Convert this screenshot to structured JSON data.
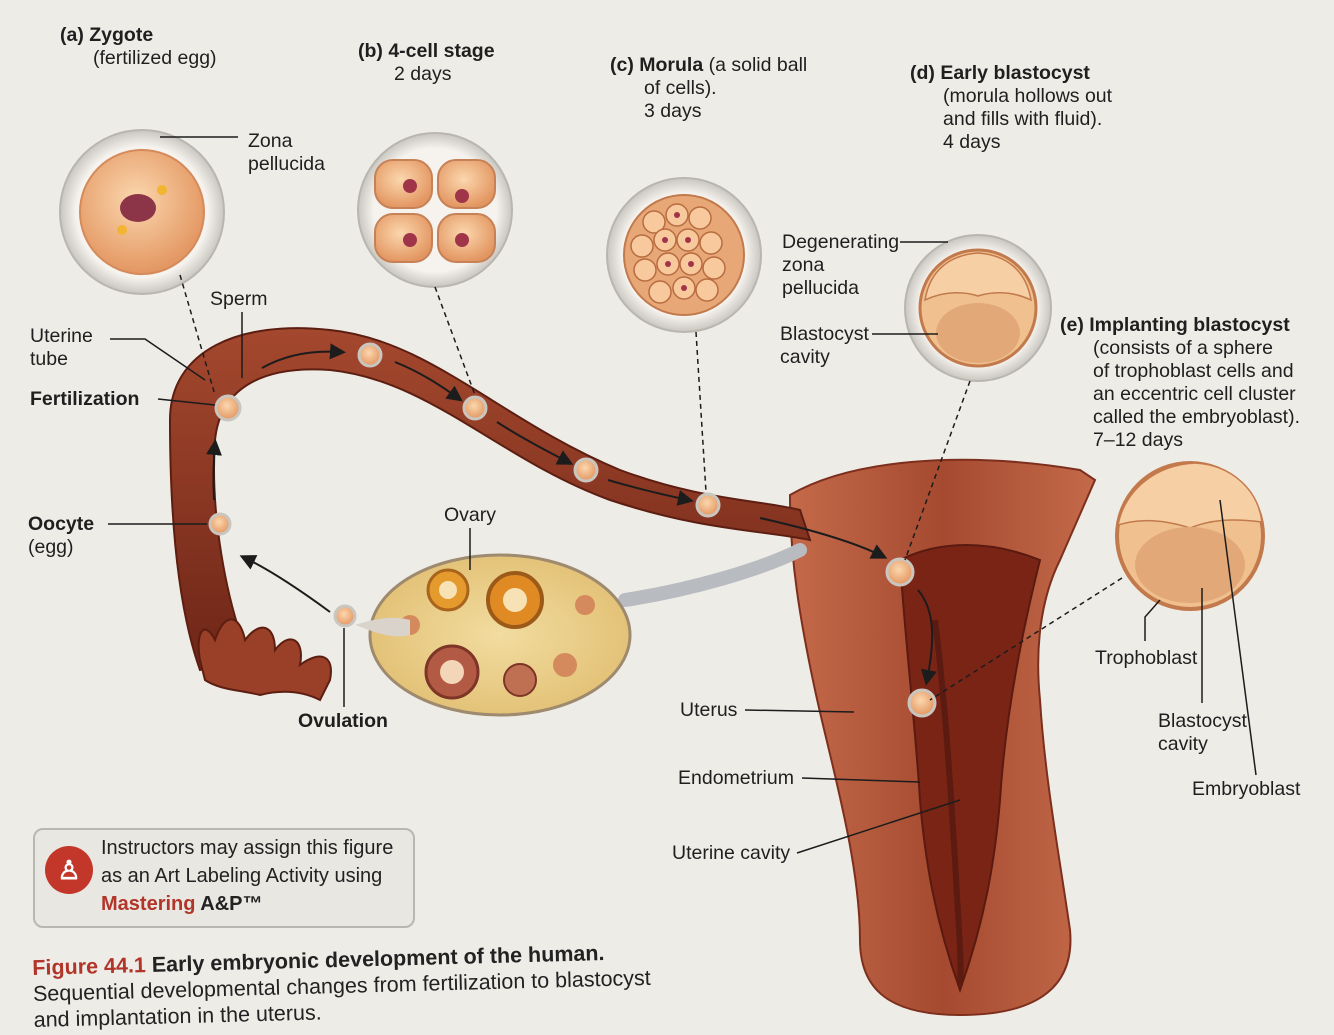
{
  "stages": {
    "a": {
      "letter": "(a)",
      "name": "Zygote",
      "detail": "(fertilized egg)"
    },
    "b": {
      "letter": "(b)",
      "name": "4-cell stage",
      "detail": "2 days"
    },
    "c": {
      "letter": "(c)",
      "name": "Morula",
      "detail1": "(a solid ball",
      "detail2": "of cells).",
      "detail3": "3 days"
    },
    "d": {
      "letter": "(d)",
      "name": "Early blastocyst",
      "detail1": "(morula hollows out",
      "detail2": "and fills with fluid).",
      "detail3": "4 days"
    },
    "e": {
      "letter": "(e)",
      "name": "Implanting blastocyst",
      "detail1": "(consists of a sphere",
      "detail2": "of trophoblast cells and",
      "detail3": "an eccentric cell cluster",
      "detail4": "called the embryoblast).",
      "detail5": "7–12 days"
    }
  },
  "labels": {
    "zona_pellucida_1": "Zona",
    "zona_pellucida_2": "pellucida",
    "sperm": "Sperm",
    "uterine_tube_1": "Uterine",
    "uterine_tube_2": "tube",
    "fertilization": "Fertilization",
    "oocyte_1": "Oocyte",
    "oocyte_2": "(egg)",
    "ovary": "Ovary",
    "ovulation": "Ovulation",
    "degenerating_1": "Degenerating",
    "degenerating_2": "zona",
    "degenerating_3": "pellucida",
    "blastocyst_cavity_1": "Blastocyst",
    "blastocyst_cavity_2": "cavity",
    "trophoblast": "Trophoblast",
    "blastocyst_cavity_e1": "Blastocyst",
    "blastocyst_cavity_e2": "cavity",
    "embryoblast": "Embryoblast",
    "uterus": "Uterus",
    "endometrium": "Endometrium",
    "uterine_cavity": "Uterine cavity"
  },
  "note": {
    "line1": "Instructors may assign this figure",
    "line2": "as an Art Labeling Activity using",
    "brand": "Mastering",
    "product": " A&P™"
  },
  "caption": {
    "number": "Figure 44.1",
    "title": " Early embryonic development of the human.",
    "text": " Sequential developmental changes from fertilization to blastocyst and implantation in the uterus."
  },
  "colors": {
    "tube": "#8a3524",
    "uterus": "#b55a3e",
    "cell": "#f2b98a",
    "nucleus": "#a0354a",
    "accent": "#b2352a"
  }
}
